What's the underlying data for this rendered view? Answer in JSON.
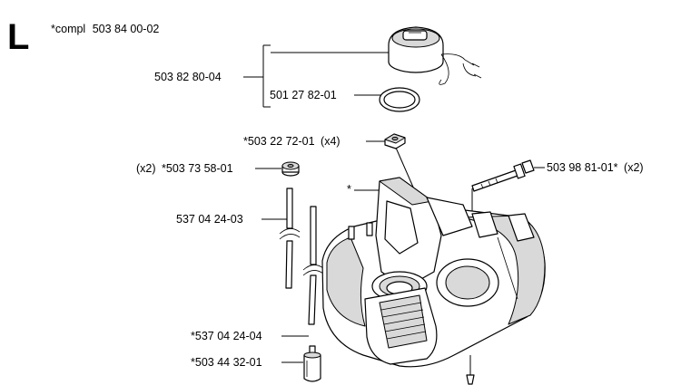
{
  "section": {
    "letter": "L",
    "kit_label": "*compl",
    "kit_number": "503 84 00-02"
  },
  "labels": {
    "bracket_number": "503 82 80-04",
    "gasket_number": "501 27 82-01",
    "nut_number": "*503 22 72-01",
    "nut_qty": "(x4)",
    "grommet_qty": "(x2)",
    "grommet_number": "*503 73 58-01",
    "bolt_number": "503 98 81-01*",
    "bolt_qty": "(x2)",
    "star_mark": "*",
    "hose_number": "537 04 24-03",
    "hose2_number": "*537 04 24-04",
    "filter_number": "*503 44 32-01"
  },
  "icons": [
    "fuel-cap-icon",
    "gasket-ring-icon",
    "nut-icon",
    "grommet-icon",
    "bolt-icon",
    "fuel-hose-icon",
    "fuel-filter-icon",
    "crankcase-tank-icon"
  ]
}
